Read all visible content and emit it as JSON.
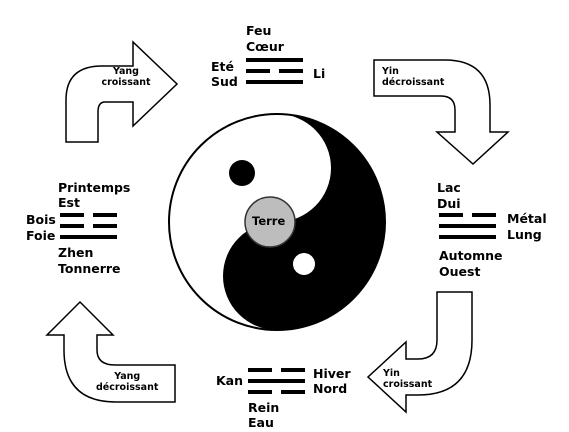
{
  "center": {
    "label": "Terre"
  },
  "top": {
    "line1": "Feu",
    "line2": "Cœur",
    "left1": "Eté",
    "left2": "Sud",
    "right": "Li",
    "trigram": [
      "solid",
      "broken",
      "solid"
    ]
  },
  "right": {
    "top1": "Lac",
    "top2": "Dui",
    "side1": "Métal",
    "side2": "Lung",
    "bottom1": "Automne",
    "bottom2": "Ouest",
    "trigram": [
      "broken",
      "solid",
      "solid"
    ]
  },
  "bottom": {
    "left": "Kan",
    "right1": "Hiver",
    "right2": "Nord",
    "bottom1": "Rein",
    "bottom2": "Eau",
    "trigram": [
      "broken",
      "solid",
      "broken"
    ]
  },
  "left": {
    "top1": "Printemps",
    "top2": "Est",
    "side1": "Bois",
    "side2": "Foie",
    "bottom1": "Zhen",
    "bottom2": "Tonnerre",
    "trigram": [
      "broken",
      "broken",
      "solid"
    ]
  },
  "arrows": {
    "top_left": [
      "Yang",
      "croissant"
    ],
    "top_right": [
      "Yin",
      "décroissant"
    ],
    "bottom_right": [
      "Yin",
      "croissant"
    ],
    "bottom_left": [
      "Yang",
      "décroissant"
    ]
  }
}
